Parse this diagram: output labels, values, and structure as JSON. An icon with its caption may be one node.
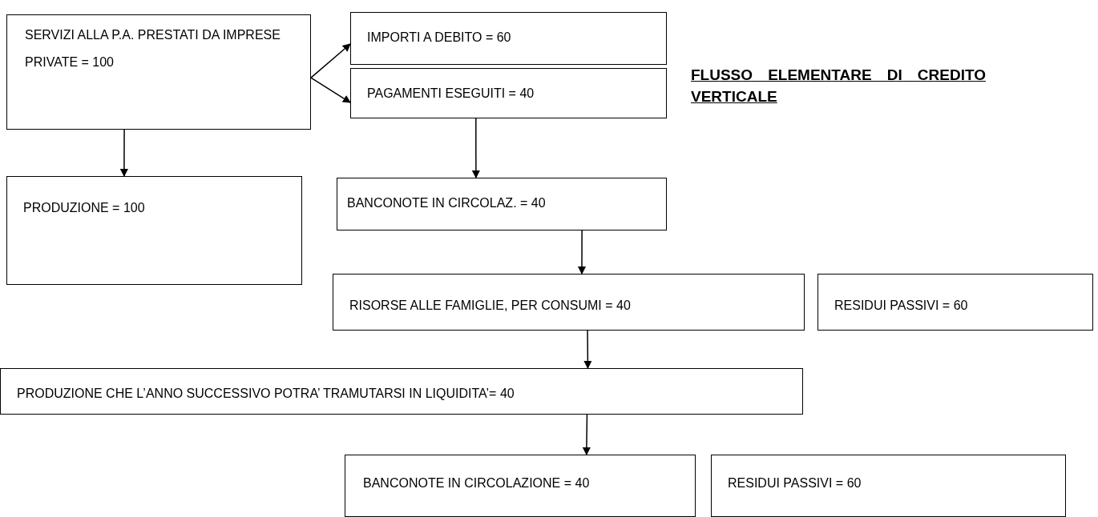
{
  "diagram": {
    "title": "FLUSSO ELEMENTARE DI CREDITO VERTICALE",
    "nodes": [
      {
        "text": [
          "SERVIZI ALLA P.A. PRESTATI DA IMPRESE PRIVATE = 100"
        ]
      },
      {
        "text": [
          "IMPORTI A DEBITO = 60"
        ]
      },
      {
        "text": [
          "PAGAMENTI ESEGUITI = 40"
        ]
      },
      {
        "text": [
          "PRODUZIONE =  100"
        ]
      },
      {
        "text": [
          "BANCONOTE IN CIRCOLAZ. = 40"
        ]
      },
      {
        "text": [
          "RISORSE ALLE FAMIGLIE, PER CONSUMI = 40"
        ]
      },
      {
        "text": [
          "RESIDUI PASSIVI = 60"
        ]
      },
      {
        "text": [
          "PRODUZIONE CHE L’ANNO SUCCESSIVO POTRA’ TRAMUTARSI IN LIQUIDITA’= 40"
        ]
      },
      {
        "text": [
          "BANCONOTE  IN CIRCOLAZIONE = 40"
        ]
      },
      {
        "text": [
          "RESIDUI PASSIVI = 60"
        ]
      }
    ],
    "edges": [
      {
        "from": 0,
        "to": 1,
        "arrow": "to"
      },
      {
        "from": 0,
        "to": 2,
        "arrow": "to"
      },
      {
        "from": 0,
        "to": 3,
        "arrow": "to"
      },
      {
        "from": 2,
        "to": 4,
        "arrow": "to"
      },
      {
        "from": 4,
        "to": 5,
        "arrow": "to"
      },
      {
        "from": 5,
        "to": 7,
        "arrow": "to"
      },
      {
        "from": 7,
        "to": 8,
        "arrow": "to"
      }
    ]
  }
}
